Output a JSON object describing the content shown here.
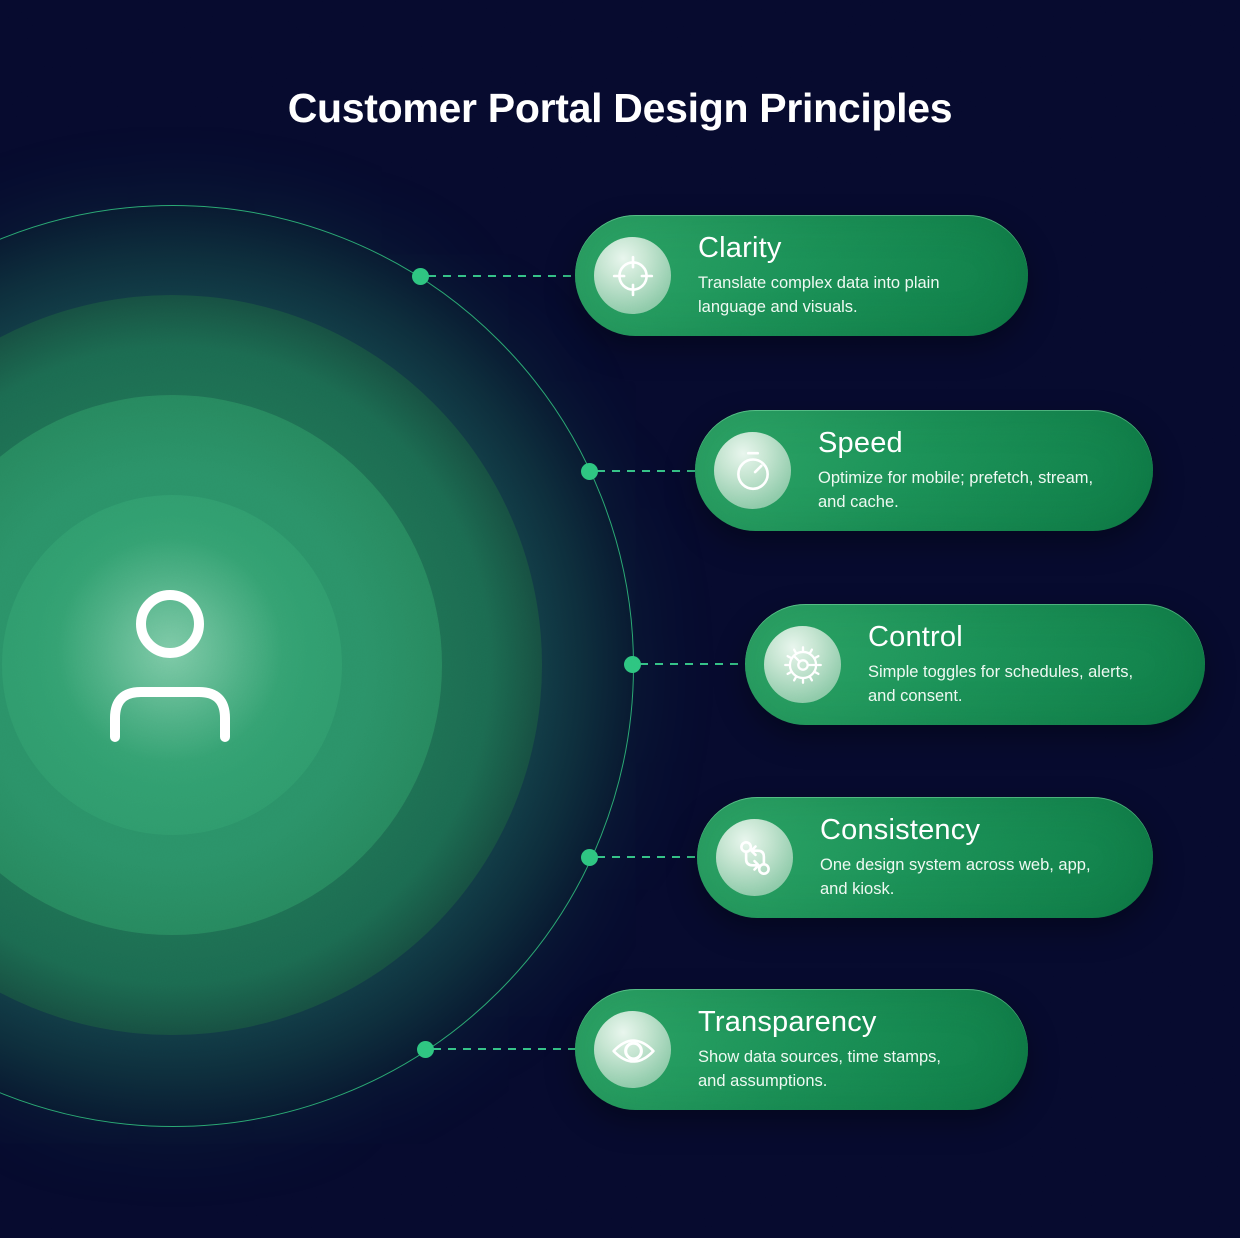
{
  "title": "Customer Portal Design Principles",
  "principles": [
    {
      "label": "Clarity",
      "icon": "target-icon",
      "desc_line1": "Translate complex data into plain",
      "desc_line2": "language and visuals."
    },
    {
      "label": "Speed",
      "icon": "stopwatch-icon",
      "desc_line1": "Optimize for mobile; prefetch, stream,",
      "desc_line2": "and cache."
    },
    {
      "label": "Control",
      "icon": "gear-icon",
      "desc_line1": "Simple toggles for schedules, alerts,",
      "desc_line2": "and consent."
    },
    {
      "label": "Consistency",
      "icon": "compare-arrows-icon",
      "desc_line1": "One design system across web, app,",
      "desc_line2": "and kiosk."
    },
    {
      "label": "Transparency",
      "icon": "eye-icon",
      "desc_line1": "Show data sources, time stamps,",
      "desc_line2": "and assumptions."
    }
  ],
  "center": {
    "icon": "person-icon"
  },
  "colors": {
    "background": "#060a2e",
    "accent_green": "#2ec581",
    "ring_stroke": "#2aa873",
    "card_green_light": "#2ea667",
    "card_green_dark": "#0e7c47",
    "inner_circle_green": "#319f70"
  }
}
